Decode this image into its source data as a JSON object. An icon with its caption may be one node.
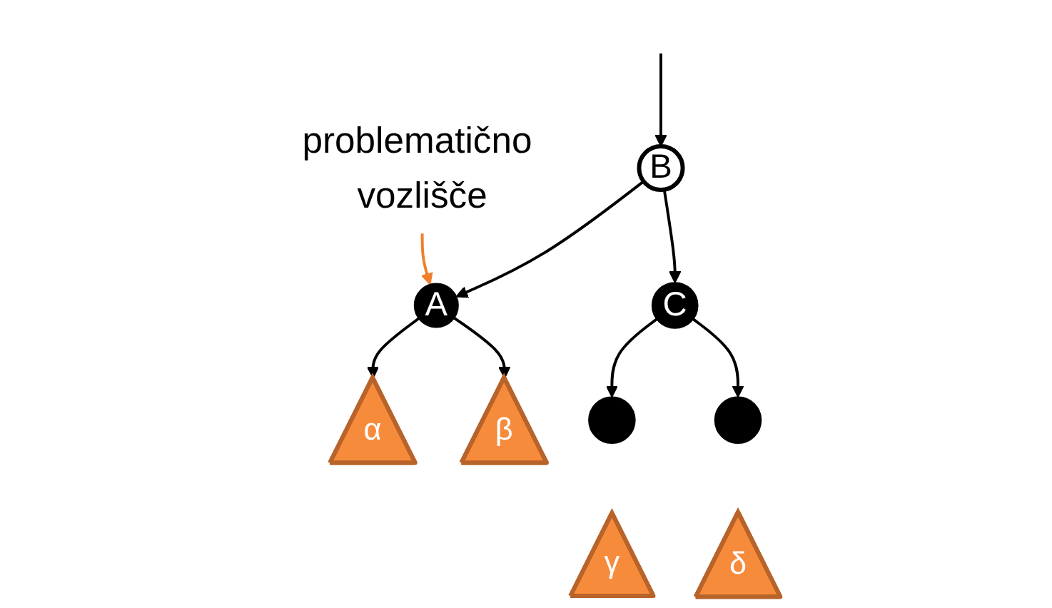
{
  "diagram": {
    "nodes": [
      {
        "text": [
          "problematično vozlišče"
        ]
      },
      {
        "text": [
          "B"
        ]
      },
      {
        "text": [
          "A"
        ]
      },
      {
        "text": [
          "C"
        ]
      },
      {
        "text": [],
        "shape": "circle"
      },
      {
        "text": [],
        "shape": "circle"
      },
      {
        "text": [
          "α"
        ]
      },
      {
        "text": [
          "β"
        ]
      },
      {
        "text": [
          "γ"
        ]
      },
      {
        "text": [
          "δ"
        ]
      }
    ],
    "edges": [
      {
        "from": null,
        "to": 1,
        "arrow": "to"
      },
      {
        "from": 0,
        "to": 2,
        "arrow": "to",
        "color": "#f07f2c"
      },
      {
        "from": 1,
        "to": 2,
        "arrow": "to"
      },
      {
        "from": 1,
        "to": 3,
        "arrow": "to"
      },
      {
        "from": 2,
        "to": 6,
        "arrow": "to"
      },
      {
        "from": 2,
        "to": 7,
        "arrow": "to"
      },
      {
        "from": 3,
        "to": 4,
        "arrow": "to"
      },
      {
        "from": 3,
        "to": 5,
        "arrow": "to"
      }
    ]
  }
}
